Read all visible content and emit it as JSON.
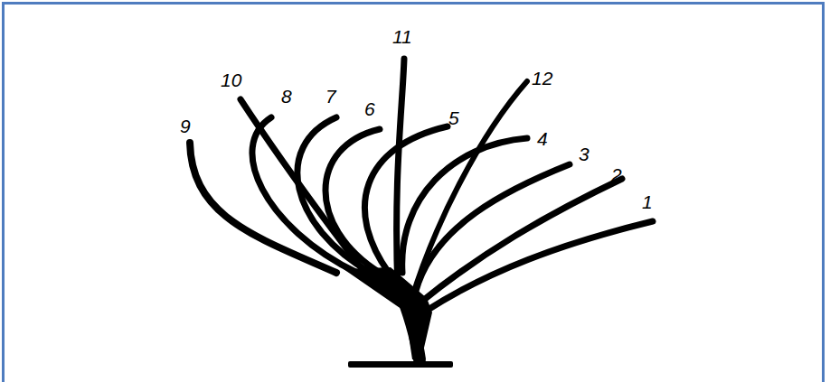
{
  "diagram": {
    "labels": [
      "11",
      "12",
      "10",
      "9",
      "8",
      "7",
      "6",
      "5",
      "4",
      "3",
      "2",
      "1"
    ]
  }
}
